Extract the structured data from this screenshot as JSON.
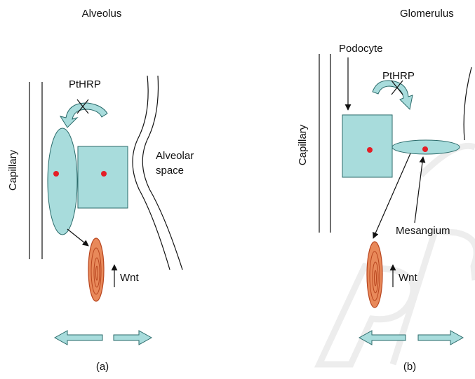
{
  "panel_a": {
    "title": "Alveolus",
    "capillary_label": "Capillary",
    "signal_label": "PtHRP",
    "space_label_line1": "Alveolar",
    "space_label_line2": "space",
    "wnt_label": "Wnt",
    "caption": "(a)"
  },
  "panel_b": {
    "title": "Glomerulus",
    "podocyte_label": "Podocyte",
    "capillary_label": "Capillary",
    "signal_label": "PtHRP",
    "mesangium_label": "Mesangium",
    "wnt_label": "Wnt",
    "caption": "(b)"
  },
  "watermark": "PROOF",
  "colors": {
    "cell_fill": "#a8dcdc",
    "fibroblast_fill": "#e8895a",
    "fibroblast_stroke": "#b8451e",
    "nucleus": "#e41e26",
    "line": "#111111",
    "watermark": "#e9e9e9"
  }
}
